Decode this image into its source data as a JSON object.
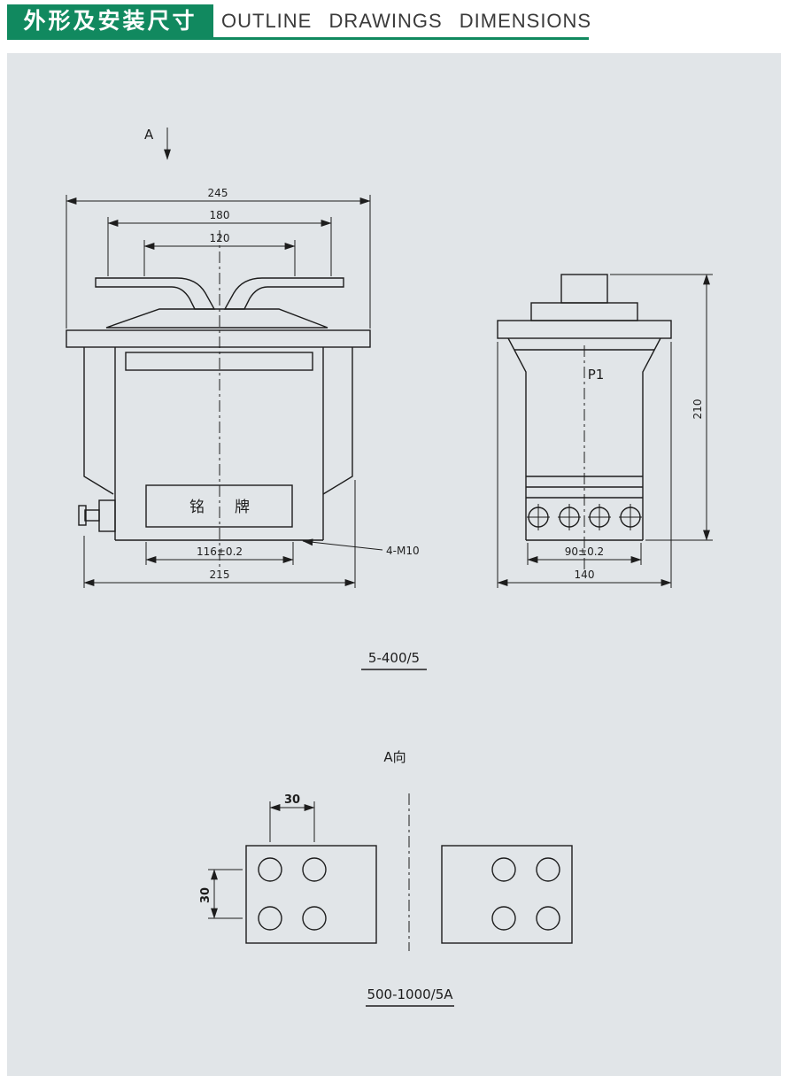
{
  "header": {
    "title_cn": "外形及安装尺寸",
    "title_en": "OUTLINE DRAWINGS DIMENSIONS"
  },
  "colors": {
    "header_green": "#11895f",
    "canvas_bg": "#e1e5e8",
    "line": "#1d1d1d"
  },
  "front_view": {
    "section_arrow_label": "A",
    "nameplate_label": "铭　　牌",
    "thread_callout": "4-M10",
    "dims": {
      "overall_width": "245",
      "bar_span": "180",
      "bar_inner_span": "120",
      "hole_spacing": "116±0.2",
      "base_width": "215"
    }
  },
  "side_view": {
    "terminal_label": "P1",
    "dims": {
      "height": "210",
      "hole_spacing": "90±0.2",
      "base_width": "140"
    }
  },
  "model_label_top": "5-400/5",
  "view_a": {
    "title": "A向",
    "dims": {
      "hole_pitch_h": "30",
      "hole_pitch_v": "30"
    }
  },
  "model_label_bottom": "500-1000/5A"
}
